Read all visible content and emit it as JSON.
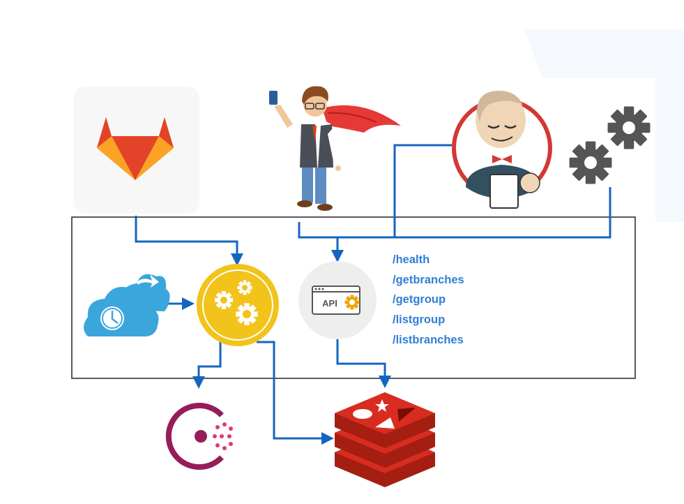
{
  "api_badge": {
    "text": "API"
  },
  "endpoints": [
    "/health",
    "/getbranches",
    "/getgroup",
    "/listgroup",
    "/listbranches"
  ],
  "nodes": [
    {
      "id": "gitlab",
      "icon": "gitlab-fox-icon"
    },
    {
      "id": "developer",
      "icon": "developer-superhero-icon"
    },
    {
      "id": "jenkins",
      "icon": "jenkins-butler-icon"
    },
    {
      "id": "settings",
      "icon": "gears-icon"
    },
    {
      "id": "scheduler",
      "icon": "cloud-clock-icon"
    },
    {
      "id": "processor",
      "icon": "gear-process-icon"
    },
    {
      "id": "api",
      "icon": "api-gear-icon"
    },
    {
      "id": "consul",
      "icon": "consul-icon"
    },
    {
      "id": "redis",
      "icon": "redis-cube-icon"
    }
  ],
  "colors": {
    "arrow": "#1565c0",
    "endpoint_text": "#2f7fd6",
    "gitlab": "#e24329",
    "processor": "#f2c31b",
    "redis": "#c6302b",
    "consul": "#961d59",
    "cloud": "#3aa6dc",
    "gears": "#555555"
  }
}
